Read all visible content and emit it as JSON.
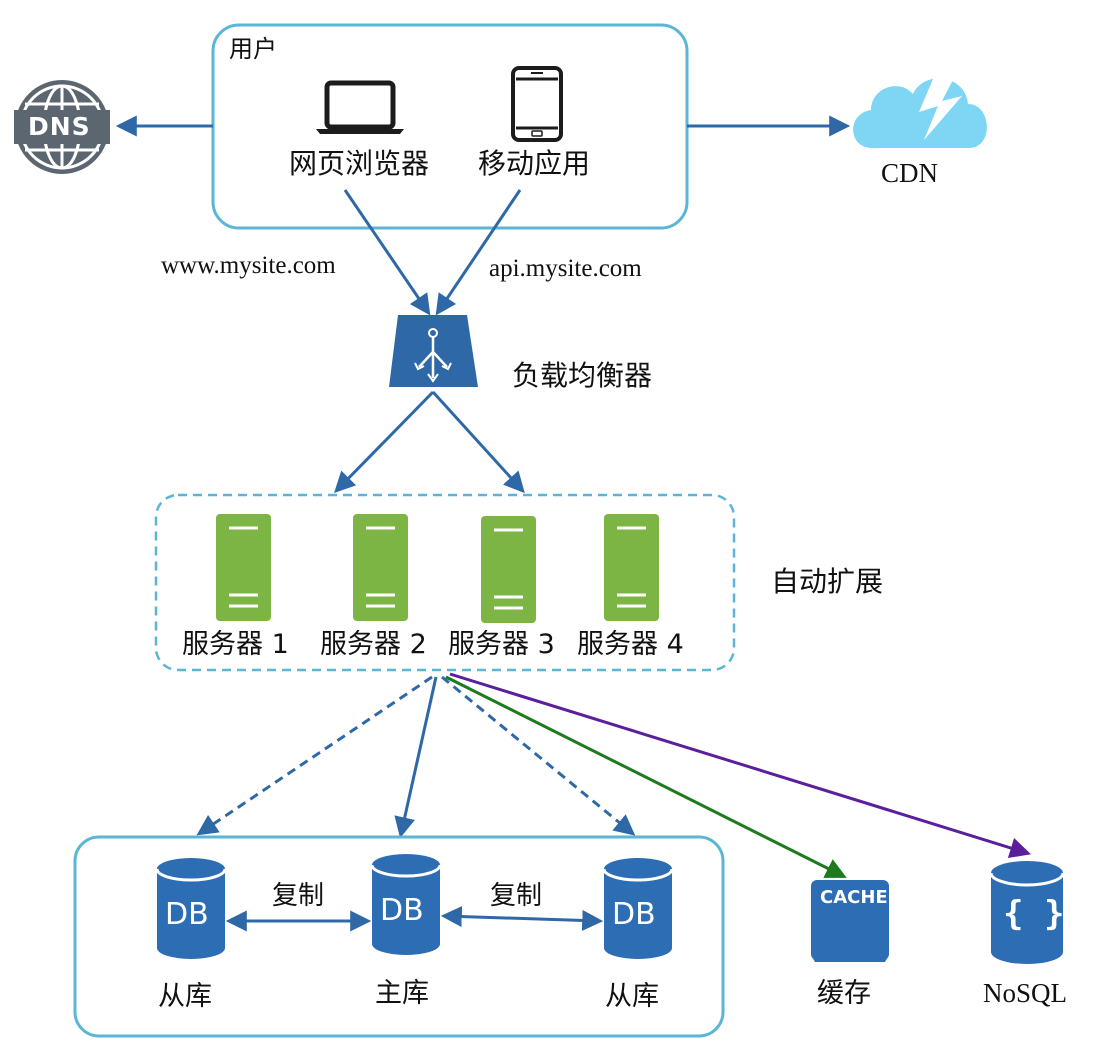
{
  "user_box": {
    "label": "用户"
  },
  "clients": {
    "web_label": "网页浏览器",
    "mobile_label": "移动应用"
  },
  "domains": {
    "web": "www.mysite.com",
    "api": "api.mysite.com"
  },
  "dns": {
    "label": "DNS"
  },
  "cdn": {
    "label": "CDN"
  },
  "load_balancer": {
    "label": "负载均衡器"
  },
  "autoscale": {
    "label": "自动扩展"
  },
  "servers": [
    {
      "label": "服务器 1"
    },
    {
      "label": "服务器 2"
    },
    {
      "label": "服务器 3"
    },
    {
      "label": "服务器 4"
    }
  ],
  "databases": {
    "left_replica": {
      "icon_text": "DB",
      "label": "从库"
    },
    "master": {
      "icon_text": "DB",
      "label": "主库"
    },
    "right_replica": {
      "icon_text": "DB",
      "label": "从库"
    },
    "replication_left": "复制",
    "replication_right": "复制"
  },
  "cache": {
    "icon_text": "CACHE",
    "label": "缓存"
  },
  "nosql": {
    "icon_text": "{ }",
    "label": "NoSQL"
  },
  "colors": {
    "box_border": "#5bb6d6",
    "arrow_blue": "#2f68a6",
    "server_green": "#7db544",
    "db_blue": "#2d6db4",
    "cdn_blue": "#7fd6f4",
    "dns_gray": "#5b6670",
    "arrow_green": "#1f7a1f",
    "arrow_purple": "#5b1f9c"
  }
}
